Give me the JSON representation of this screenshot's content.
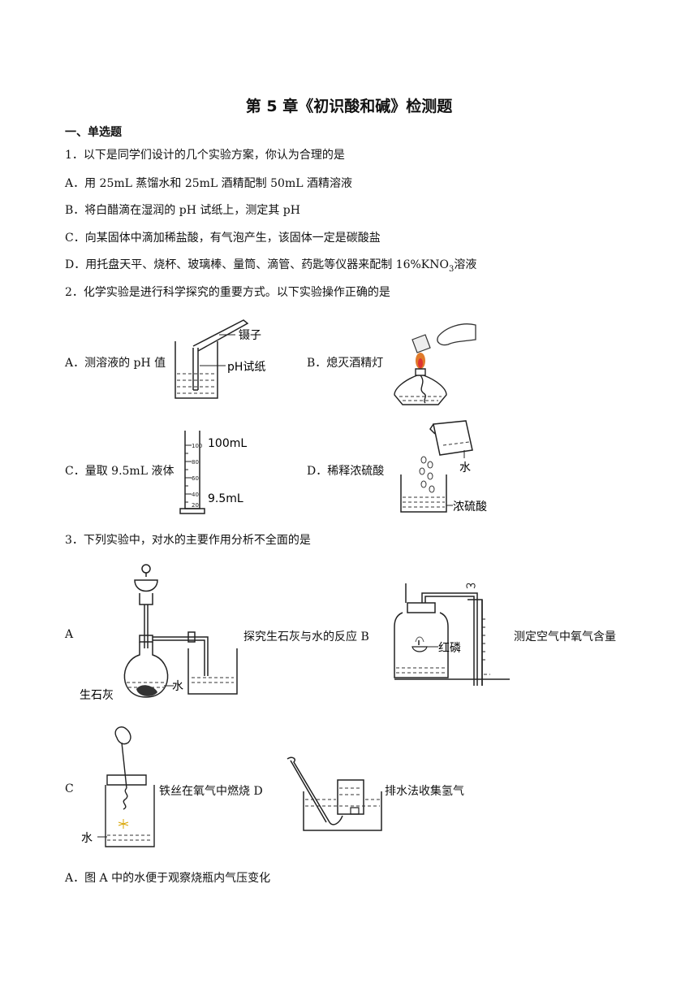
{
  "title": "第 5 章《初识酸和碱》检测题",
  "section": "一、单选题",
  "q1": {
    "stem": "1．以下是同学们设计的几个实验方案，你认为合理的是",
    "a": "A．用 25mL 蒸馏水和 25mL 酒精配制 50mL 酒精溶液",
    "b": "B．将白醋滴在湿润的 pH 试纸上，测定其 pH",
    "c": "C．向某固体中滴加稀盐酸，有气泡产生，该固体一定是碳酸盐",
    "d_pre": "D．用托盘天平、烧杯、玻璃棒、量筒、滴管、药匙等仪器来配制 16%KNO",
    "d_sub": "3",
    "d_post": "溶液"
  },
  "q2": {
    "stem": "2．化学实验是进行科学探究的重要方式。以下实验操作正确的是",
    "a": "A．测溶液的 pH 值",
    "b": "B．熄灭酒精灯",
    "c": "C．量取 9.5mL 液体",
    "d": "D．稀释浓硫酸",
    "fig_a": {
      "tweezers": "镊子",
      "paper": "pH试纸"
    },
    "fig_c": {
      "top": "100mL",
      "bottom": "9.5mL",
      "ticks": [
        "100",
        "80",
        "60",
        "40",
        "20"
      ]
    },
    "fig_d": {
      "water": "水",
      "acid": "浓硫酸"
    }
  },
  "q3": {
    "stem": "3．下列实验中，对水的主要作用分析不全面的是",
    "a_letter": "A",
    "a_desc": "探究生石灰与水的反应",
    "b_letter": "B",
    "b_desc": "测定空气中氧气含量",
    "c_letter": "C",
    "c_desc": "铁丝在氧气中燃烧",
    "d_letter": "D",
    "d_desc": "排水法收集氢气",
    "fig_a": {
      "water": "水",
      "lime": "生石灰"
    },
    "fig_b": {
      "phosphorus": "红磷"
    },
    "fig_c": {
      "water": "水"
    },
    "option_a": "A．图 A 中的水便于观察烧瓶内气压变化"
  }
}
